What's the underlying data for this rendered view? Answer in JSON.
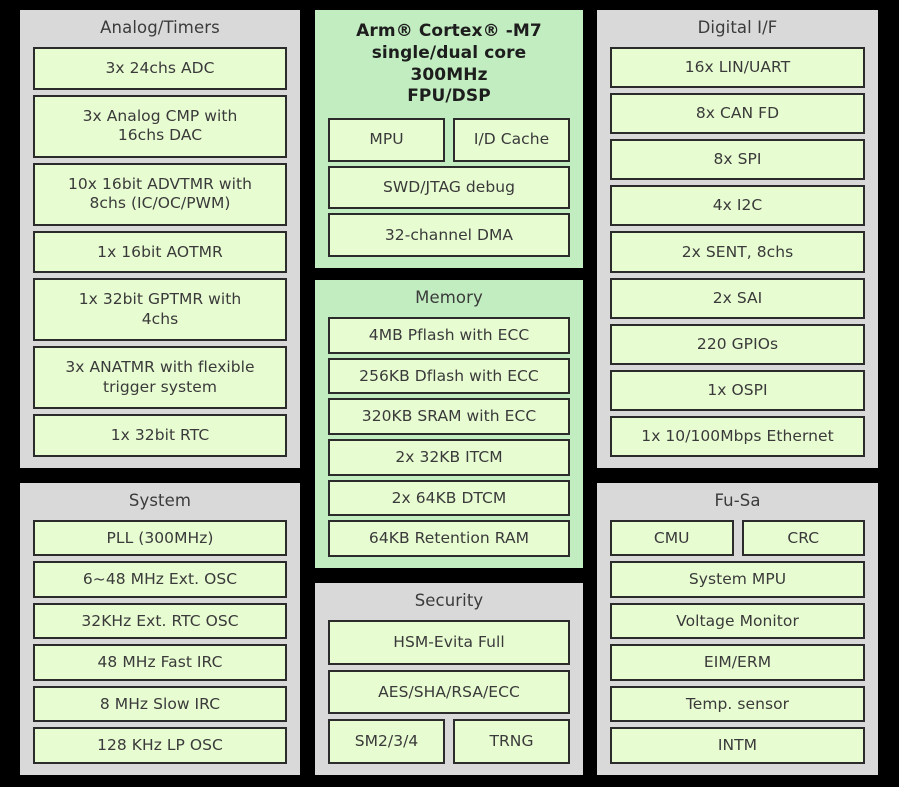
{
  "diagram": {
    "colors": {
      "background": "#000000",
      "panel_gray": "#d9d9d9",
      "panel_green": "#c1edc0",
      "box_green": "#e8fcd2",
      "border": "#2b2b2b",
      "text": "#3a3a3a"
    }
  },
  "panels": {
    "analog_timers": {
      "title": "Analog/Timers",
      "boxes": [
        "3x 24chs ADC",
        "3x Analog CMP with\n16chs DAC",
        "10x 16bit ADVTMR with\n8chs (IC/OC/PWM)",
        "1x 16bit AOTMR",
        "1x 32bit GPTMR with\n4chs",
        "3x ANATMR with flexible\ntrigger system",
        "1x 32bit RTC"
      ]
    },
    "system": {
      "title": "System",
      "boxes": [
        "PLL (300MHz)",
        "6~48 MHz Ext. OSC",
        "32KHz Ext. RTC OSC",
        "48 MHz Fast IRC",
        "8 MHz Slow IRC",
        "128 KHz LP OSC"
      ]
    },
    "cpu": {
      "title": "Arm® Cortex® -M7\nsingle/dual core\n300MHz\nFPU/DSP",
      "row": [
        "MPU",
        "I/D Cache"
      ],
      "boxes": [
        "SWD/JTAG debug",
        "32-channel DMA"
      ]
    },
    "memory": {
      "title": "Memory",
      "boxes": [
        "4MB Pflash with ECC",
        "256KB Dflash with ECC",
        "320KB SRAM with ECC",
        "2x 32KB ITCM",
        "2x 64KB DTCM",
        "64KB Retention RAM"
      ]
    },
    "security": {
      "title": "Security",
      "boxes": [
        "HSM-Evita Full",
        "AES/SHA/RSA/ECC"
      ],
      "row": [
        "SM2/3/4",
        "TRNG"
      ]
    },
    "digital_if": {
      "title": "Digital I/F",
      "boxes": [
        "16x LIN/UART",
        "8x CAN FD",
        "8x SPI",
        "4x I2C",
        "2x SENT, 8chs",
        "2x SAI",
        "220 GPIOs",
        "1x OSPI",
        "1x 10/100Mbps Ethernet"
      ]
    },
    "fusa": {
      "title": "Fu-Sa",
      "row": [
        "CMU",
        "CRC"
      ],
      "boxes": [
        "System MPU",
        "Voltage Monitor",
        "EIM/ERM",
        "Temp. sensor",
        "INTM"
      ]
    }
  }
}
